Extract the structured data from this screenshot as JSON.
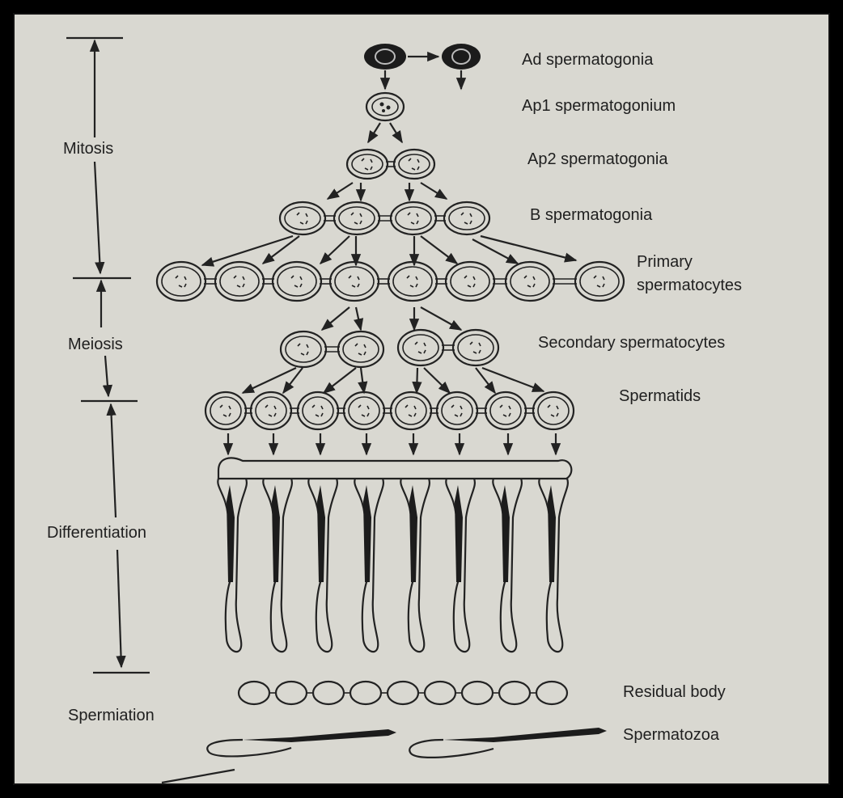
{
  "stages": [
    {
      "label": "Ad spermatogonia"
    },
    {
      "label": "Ap1 spermatogonium"
    },
    {
      "label": "Ap2 spermatogonia"
    },
    {
      "label": "B spermatogonia"
    },
    {
      "label": "Primary",
      "label2": "spermatocytes"
    },
    {
      "label": "Secondary spermatocytes"
    },
    {
      "label": "Spermatids"
    },
    {
      "label": "Residual body"
    },
    {
      "label": "Spermatozoa"
    }
  ],
  "phases": [
    {
      "label": "Mitosis"
    },
    {
      "label": "Meiosis"
    },
    {
      "label": "Differentiation"
    },
    {
      "label": "Spermiation"
    }
  ],
  "colors": {
    "background": "#d9d8d1",
    "ink": "#222222",
    "frame": "#000000"
  }
}
